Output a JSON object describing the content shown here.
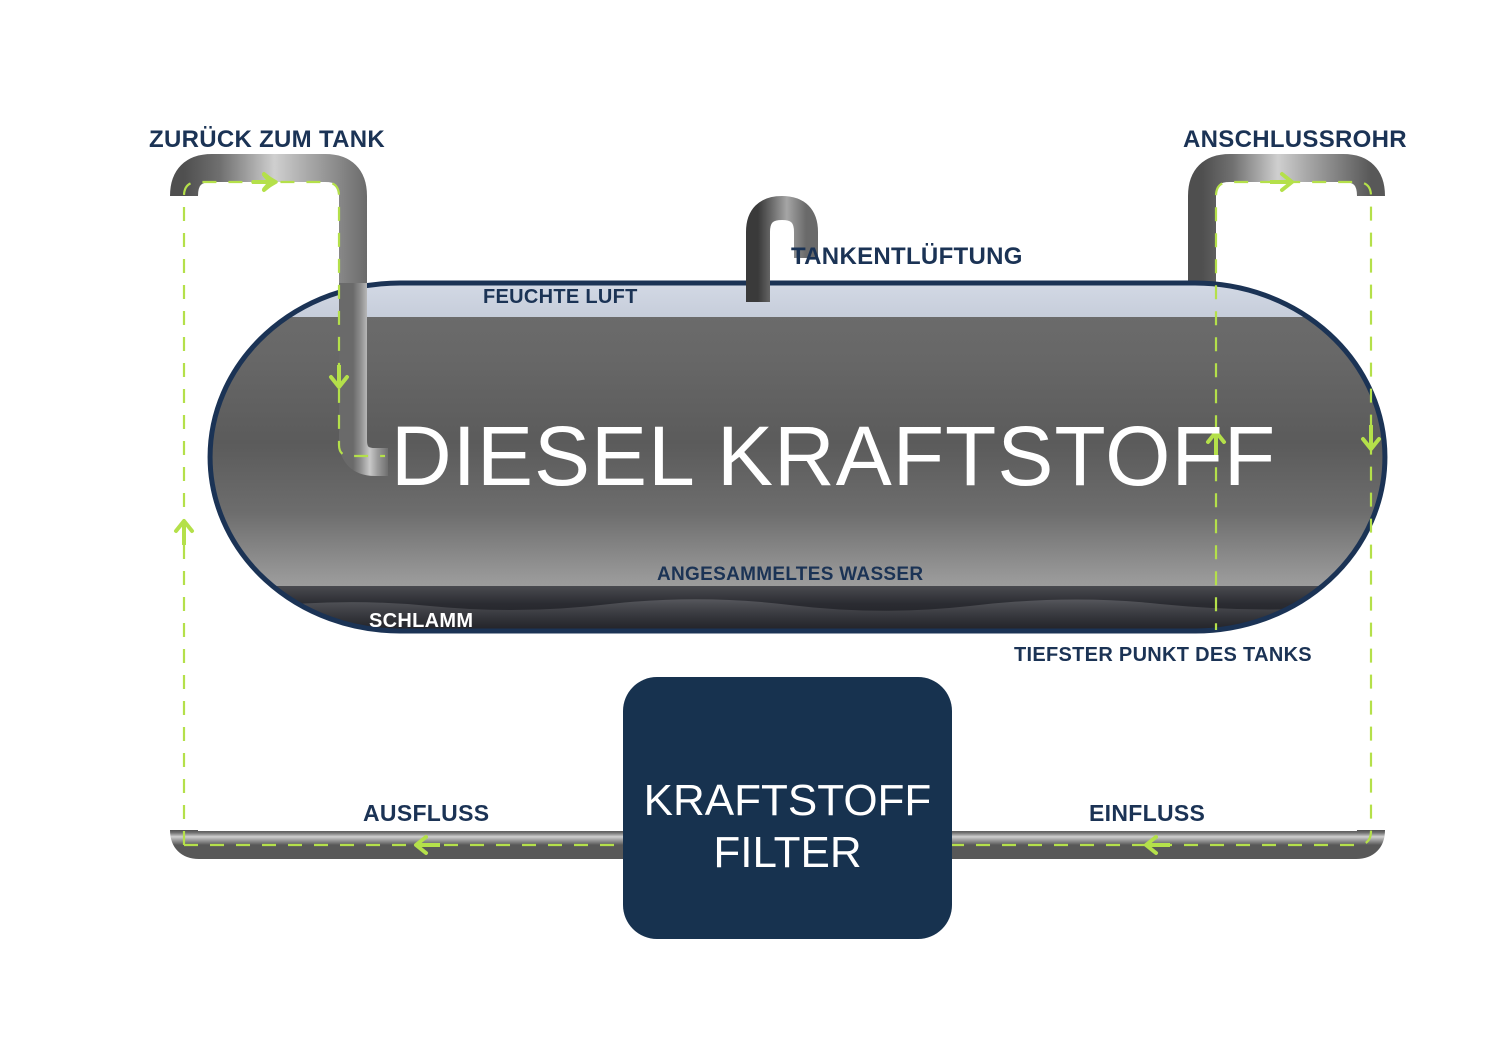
{
  "diagram": {
    "title_in_tank": "DIESEL KRAFTSTOFF",
    "labels": {
      "return_to_tank": "ZURÜCK ZUM TANK",
      "connection_pipe": "ANSCHLUSSROHR",
      "tank_vent": "TANKENTLÜFTUNG",
      "moist_air": "FEUCHTE LUFT",
      "accumulated_water": "ANGESAMMELTES WASSER",
      "sludge": "SCHLAMM",
      "lowest_point": "TIEFSTER PUNKT DES TANKS",
      "outflow": "AUSFLUSS",
      "inflow": "EINFLUSS"
    },
    "filter_box": {
      "line1": "KRAFTSTOFF",
      "line2": "FILTER",
      "label": "KRAFTSTOFF\nFILTER"
    },
    "colors": {
      "navy": "#1b3355",
      "filter_box_fill": "#17324f",
      "flow_green": "#b4e04a",
      "pipe_gray_light": "#b9b9b9",
      "pipe_gray_dark": "#555555",
      "tank_body_top": "#6b6b6b",
      "tank_body_mid": "#5f5f5f",
      "tank_body_bottom": "#9a9a9a",
      "air_band": "#ccd3df",
      "sludge_dark": "#23242a",
      "white": "#ffffff"
    },
    "flow_arrows": [
      {
        "name": "return-top-arrow",
        "direction": "right"
      },
      {
        "name": "return-down-arrow",
        "direction": "down"
      },
      {
        "name": "connection-top-arrow",
        "direction": "right"
      },
      {
        "name": "suction-up-arrow",
        "direction": "up"
      },
      {
        "name": "right-outer-down-arrow",
        "direction": "down"
      },
      {
        "name": "left-outer-up-arrow",
        "direction": "up"
      },
      {
        "name": "outflow-arrow",
        "direction": "left"
      },
      {
        "name": "inflow-arrow",
        "direction": "left"
      }
    ]
  }
}
